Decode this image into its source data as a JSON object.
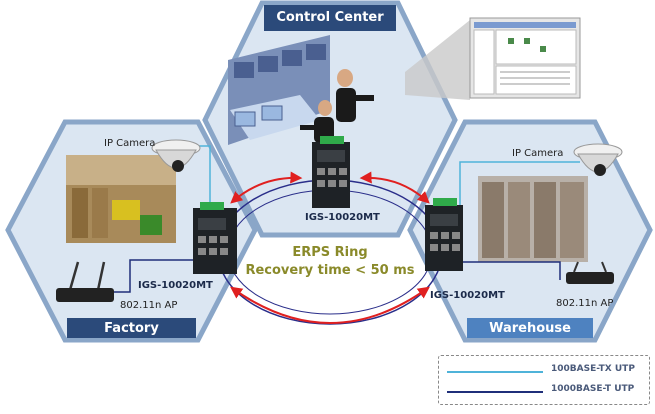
{
  "nodes": {
    "control_center": {
      "title": "Control Center"
    },
    "factory": {
      "title": "Factory",
      "camera_label": "IP Camera",
      "ap_label": "802.11n AP"
    },
    "warehouse": {
      "title": "Warehouse",
      "camera_label": "IP Camera",
      "ap_label": "802.11n AP"
    }
  },
  "switches": {
    "top": "IGS-10020MT",
    "left": "IGS-10020MT",
    "right": "IGS-10020MT"
  },
  "ring": {
    "line1": "ERPS Ring",
    "line2": "Recovery time < 50 ms"
  },
  "legend": {
    "items": [
      {
        "label": "100BASE-TX UTP",
        "color": "#4fb3d9"
      },
      {
        "label": "1000BASE-T UTP",
        "color": "#1f2f7a"
      }
    ]
  },
  "colors": {
    "hex_fill": "#dbe6f2",
    "hex_border": "#8aa6c8",
    "title_band": "#2b4a7a",
    "arrow": "#e02020",
    "ring_line": "#2a2e8a"
  }
}
